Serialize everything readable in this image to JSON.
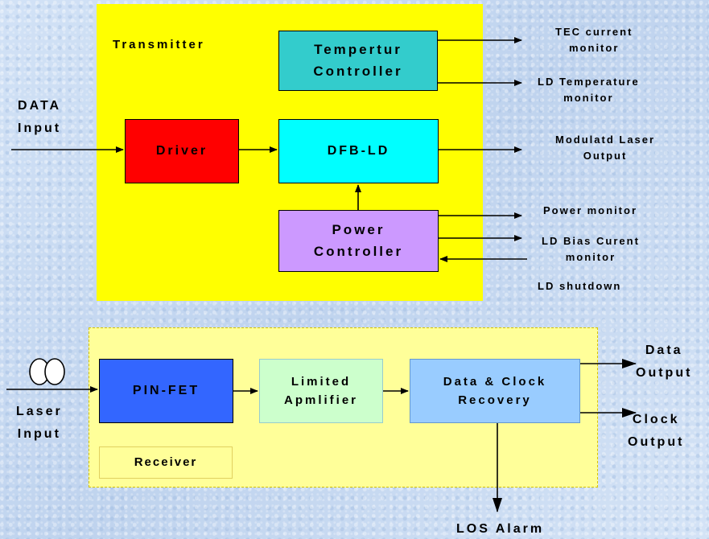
{
  "transmitter": {
    "title": "Transmitter",
    "blocks": {
      "temperature_controller": "Tempertur\nController",
      "driver": "Driver",
      "dfb_ld": "DFB-LD",
      "power_controller": "Power\nController"
    },
    "inputs": {
      "data_input": "DATA\nInput"
    },
    "outputs": {
      "tec_current_monitor": "TEC current\nmonitor",
      "ld_temperature_monitor": "LD Temperature\nmonitor",
      "modulated_laser_output": "Modulatd Laser\nOutput",
      "power_monitor": "Power monitor",
      "ld_bias_current_monitor": "LD Bias Curent\nmonitor",
      "ld_shutdown": "LD shutdown"
    },
    "colors": {
      "panel": "#ffff00",
      "temperature_controller": "#33cccc",
      "driver": "#ff0000",
      "dfb_ld": "#00ffff",
      "power_controller": "#cc99ff"
    }
  },
  "receiver": {
    "title": "Receiver",
    "blocks": {
      "pin_fet": "PIN-FET",
      "limited_amplifier": "Limited\nApmlifier",
      "data_clock_recovery": "Data & Clock\nRecovery"
    },
    "inputs": {
      "laser_input": "Laser\nInput"
    },
    "outputs": {
      "data_output": "Data\nOutput",
      "clock_output": "Clock\nOutput",
      "los_alarm": "LOS Alarm"
    },
    "colors": {
      "panel": "#ffff99",
      "pin_fet": "#3366ff",
      "limited_amplifier": "#ccffcc",
      "data_clock_recovery": "#99ccff"
    },
    "icons": {
      "laser_input": "fiber-connector-icon"
    }
  }
}
